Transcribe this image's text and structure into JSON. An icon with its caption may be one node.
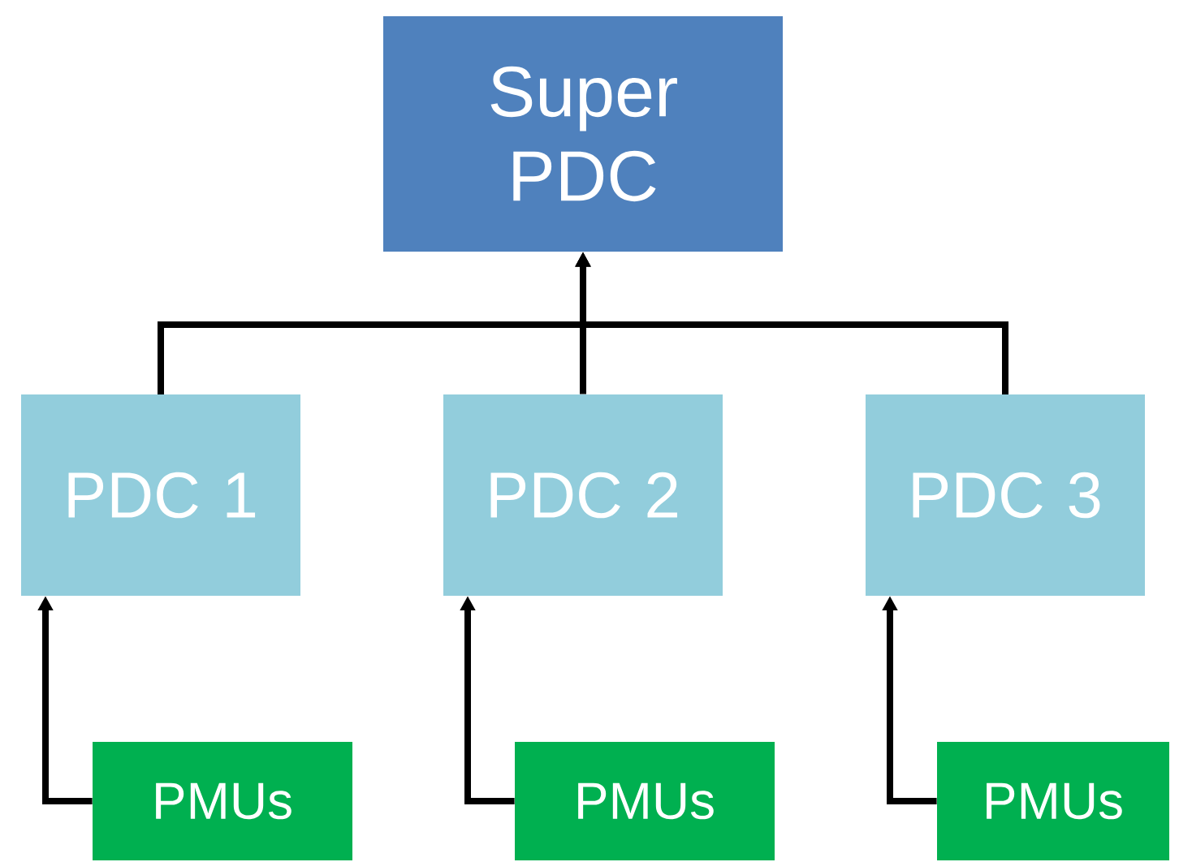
{
  "diagram": {
    "nodes": [
      {
        "text": [
          "Super PDC"
        ]
      },
      {
        "text": [
          "PDC 1"
        ]
      },
      {
        "text": [
          "PDC 2"
        ]
      },
      {
        "text": [
          "PDC 3"
        ]
      },
      {
        "text": [
          "PMUs"
        ]
      },
      {
        "text": [
          "PMUs"
        ]
      },
      {
        "text": [
          "PMUs"
        ]
      }
    ],
    "edges": [
      {
        "from": 1,
        "to": 0,
        "arrow": "to"
      },
      {
        "from": 2,
        "to": 0,
        "arrow": "to"
      },
      {
        "from": 3,
        "to": 0,
        "arrow": "to"
      },
      {
        "from": 4,
        "to": 1,
        "arrow": "to"
      },
      {
        "from": 5,
        "to": 2,
        "arrow": "to"
      },
      {
        "from": 6,
        "to": 3,
        "arrow": "to"
      }
    ]
  }
}
